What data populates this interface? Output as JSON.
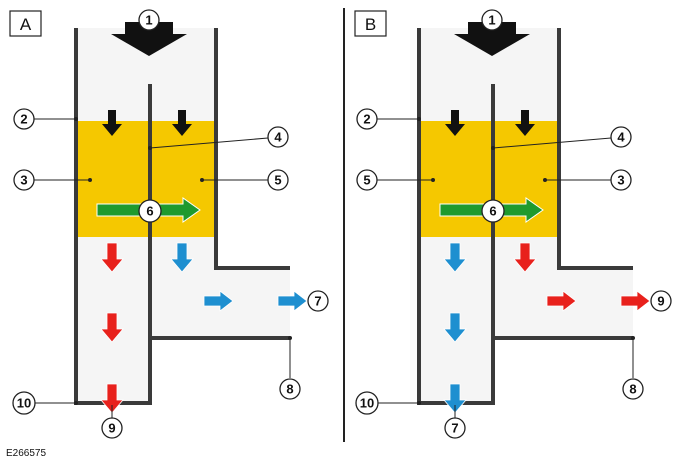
{
  "figure_ref": "E266575",
  "colors": {
    "duct_fill": "#f5f5f5",
    "wall": "#3a3a3a",
    "core": "#f5c800",
    "arrow_black": "#111111",
    "arrow_red": "#e8211c",
    "arrow_blue": "#1e8fd0",
    "arrow_green": "#1f9a2e"
  },
  "icons": {
    "down_arrow": "down-arrow-icon",
    "right_arrow": "right-arrow-icon",
    "callout": "callout-circle-icon"
  },
  "panels": [
    {
      "label": "A",
      "callouts": {
        "c1": "1",
        "c2": "2",
        "c3": "3",
        "c4": "4",
        "c5": "5",
        "c6": "6",
        "c7": "7",
        "c8": "8",
        "c9": "9",
        "c10": "10"
      },
      "left_channel_color": "red",
      "right_channel_color": "blue"
    },
    {
      "label": "B",
      "callouts": {
        "c1": "1",
        "c2": "2",
        "c3": "5",
        "c4": "4",
        "c5": "3",
        "c6": "6",
        "c7": "9",
        "c8": "8",
        "c9": "7",
        "c10": "10"
      },
      "left_channel_color": "blue",
      "right_channel_color": "red"
    }
  ]
}
